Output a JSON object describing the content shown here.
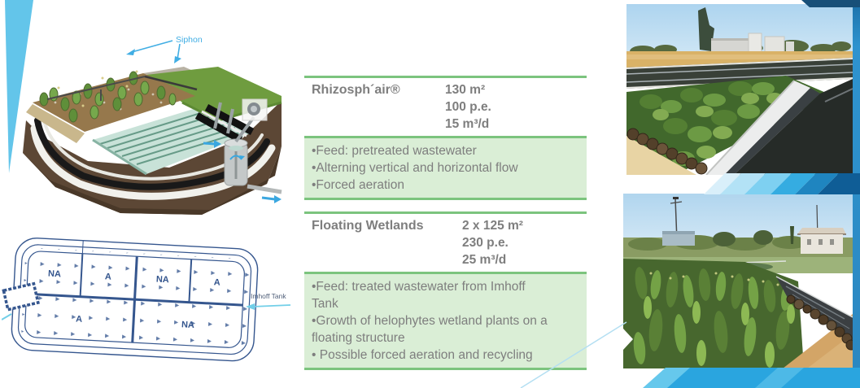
{
  "diagram": {
    "siphon_label": "Siphon"
  },
  "plan": {
    "imhoff_label": "Imhoff Tank",
    "cells_top": [
      "NA",
      "A",
      "NA",
      "A"
    ],
    "cells_bottom": [
      "A",
      "NA"
    ]
  },
  "systems": [
    {
      "name": "Rhizosph´air®",
      "specs": [
        "130 m²",
        "100 p.e.",
        "15 m³/d"
      ],
      "features": [
        "•Feed: pretreated wastewater",
        "•Alterning vertical and horizontal flow",
        "•Forced aeration"
      ]
    },
    {
      "name": "Floating Wetlands",
      "specs": [
        "2 x 125 m²",
        "230 p.e.",
        "25 m³/d"
      ],
      "features": [
        "•Feed: treated wastewater from Imhoff",
        "Tank",
        "•Growth of helophytes wetland plants on a",
        "floating structure",
        "• Possible forced aeration and recycling"
      ]
    }
  ],
  "colors": {
    "accent_green": "#7cc47e",
    "box_green": "#daeed6",
    "text_gray": "#7e7e7e",
    "callout_blue": "#41aee4",
    "plan_ink": "#35568e",
    "cyan_arrow": "#72cfe8",
    "deco_light_blue": "#63c5ea",
    "deco_mid_blue": "#2aa5df",
    "deco_dark_blue": "#1f7ab8",
    "deco_navy": "#11598e"
  }
}
